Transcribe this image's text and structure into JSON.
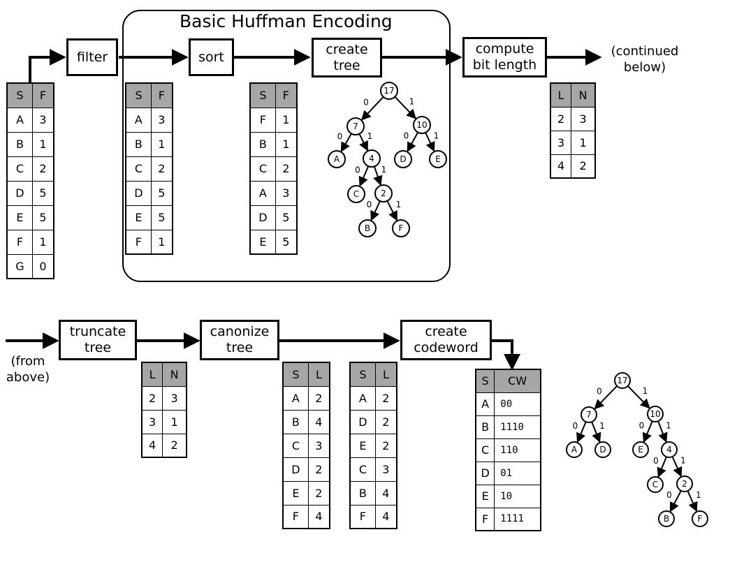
{
  "group": {
    "title": "Basic Huffman Encoding"
  },
  "stages": {
    "filter": "filter",
    "sort": "sort",
    "create_tree": "create\ntree",
    "compute_bit_length": "compute\nbit length",
    "truncate_tree": "truncate\ntree",
    "canonize_tree": "canonize\ntree",
    "create_codeword": "create\ncodeword"
  },
  "notes": {
    "continued_below": "(continued\nbelow)",
    "from_above": "(from\nabove)"
  },
  "tables": {
    "input": {
      "headers": [
        "S",
        "F"
      ],
      "rows": [
        [
          "A",
          "3"
        ],
        [
          "B",
          "1"
        ],
        [
          "C",
          "2"
        ],
        [
          "D",
          "5"
        ],
        [
          "E",
          "5"
        ],
        [
          "F",
          "1"
        ],
        [
          "G",
          "0"
        ]
      ]
    },
    "filtered": {
      "headers": [
        "S",
        "F"
      ],
      "rows": [
        [
          "A",
          "3"
        ],
        [
          "B",
          "1"
        ],
        [
          "C",
          "2"
        ],
        [
          "D",
          "5"
        ],
        [
          "E",
          "5"
        ],
        [
          "F",
          "1"
        ]
      ]
    },
    "sorted": {
      "headers": [
        "S",
        "F"
      ],
      "rows": [
        [
          "F",
          "1"
        ],
        [
          "B",
          "1"
        ],
        [
          "C",
          "2"
        ],
        [
          "A",
          "3"
        ],
        [
          "D",
          "5"
        ],
        [
          "E",
          "5"
        ]
      ]
    },
    "bit_length": {
      "headers": [
        "L",
        "N"
      ],
      "rows": [
        [
          "2",
          "3"
        ],
        [
          "3",
          "1"
        ],
        [
          "4",
          "2"
        ]
      ]
    },
    "truncated": {
      "headers": [
        "L",
        "N"
      ],
      "rows": [
        [
          "2",
          "3"
        ],
        [
          "3",
          "1"
        ],
        [
          "4",
          "2"
        ]
      ]
    },
    "canon_by_symbol": {
      "headers": [
        "S",
        "L"
      ],
      "rows": [
        [
          "A",
          "2"
        ],
        [
          "B",
          "4"
        ],
        [
          "C",
          "3"
        ],
        [
          "D",
          "2"
        ],
        [
          "E",
          "2"
        ],
        [
          "F",
          "4"
        ]
      ]
    },
    "canon_by_length": {
      "headers": [
        "S",
        "L"
      ],
      "rows": [
        [
          "A",
          "2"
        ],
        [
          "D",
          "2"
        ],
        [
          "E",
          "2"
        ],
        [
          "C",
          "3"
        ],
        [
          "B",
          "4"
        ],
        [
          "F",
          "4"
        ]
      ]
    },
    "codewords": {
      "headers": [
        "S",
        "CW"
      ],
      "rows": [
        [
          "A",
          "00"
        ],
        [
          "B",
          "1110"
        ],
        [
          "C",
          "110"
        ],
        [
          "D",
          "01"
        ],
        [
          "E",
          "10"
        ],
        [
          "F",
          "1111"
        ]
      ]
    }
  },
  "huffman_tree": {
    "nodes": [
      "17",
      "7",
      "10",
      "A",
      "4",
      "D",
      "E",
      "C",
      "2",
      "B",
      "F"
    ],
    "edges": [
      {
        "from": "17",
        "to": "7",
        "bit": "0"
      },
      {
        "from": "17",
        "to": "10",
        "bit": "1"
      },
      {
        "from": "7",
        "to": "A",
        "bit": "0"
      },
      {
        "from": "7",
        "to": "4",
        "bit": "1"
      },
      {
        "from": "10",
        "to": "D",
        "bit": "0"
      },
      {
        "from": "10",
        "to": "E",
        "bit": "1"
      },
      {
        "from": "4",
        "to": "C",
        "bit": "0"
      },
      {
        "from": "4",
        "to": "2",
        "bit": "1"
      },
      {
        "from": "2",
        "to": "B",
        "bit": "0"
      },
      {
        "from": "2",
        "to": "F",
        "bit": "1"
      }
    ]
  },
  "canonical_tree": {
    "nodes": [
      "17",
      "7",
      "10",
      "A",
      "D",
      "E",
      "4",
      "C",
      "2",
      "B",
      "F"
    ],
    "edges": [
      {
        "from": "17",
        "to": "7",
        "bit": "0"
      },
      {
        "from": "17",
        "to": "10",
        "bit": "1"
      },
      {
        "from": "7",
        "to": "A",
        "bit": "0"
      },
      {
        "from": "7",
        "to": "D",
        "bit": "1"
      },
      {
        "from": "10",
        "to": "E",
        "bit": "0"
      },
      {
        "from": "10",
        "to": "4",
        "bit": "1"
      },
      {
        "from": "4",
        "to": "C",
        "bit": "0"
      },
      {
        "from": "4",
        "to": "2",
        "bit": "1"
      },
      {
        "from": "2",
        "to": "B",
        "bit": "0"
      },
      {
        "from": "2",
        "to": "F",
        "bit": "1"
      }
    ]
  },
  "colors": {
    "header_fill": "#a6a6a6",
    "line": "#000000"
  }
}
